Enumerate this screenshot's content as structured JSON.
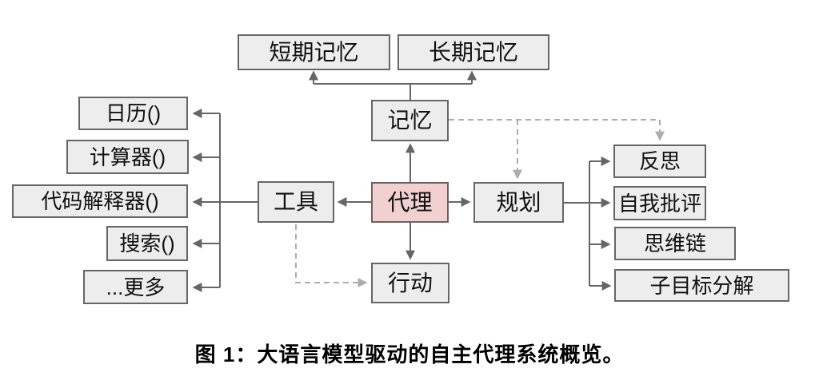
{
  "nodes": {
    "short_term_memory": "短期记忆",
    "long_term_memory": "长期记忆",
    "memory": "记忆",
    "agent": "代理",
    "tools": "工具",
    "planning": "规划",
    "action": "行动"
  },
  "tool_items": [
    {
      "label": "日历()"
    },
    {
      "label": "计算器()"
    },
    {
      "label": "代码解释器()"
    },
    {
      "label": "搜索()"
    },
    {
      "label": "...更多"
    }
  ],
  "planning_items": [
    {
      "label": "反思"
    },
    {
      "label": "自我批评"
    },
    {
      "label": "思维链"
    },
    {
      "label": "子目标分解"
    }
  ],
  "edges": [
    {
      "from": "代理",
      "to": "记忆",
      "style": "solid-arrow"
    },
    {
      "from": "记忆",
      "to": "短期记忆",
      "style": "solid-arrow"
    },
    {
      "from": "记忆",
      "to": "长期记忆",
      "style": "solid-arrow"
    },
    {
      "from": "代理",
      "to": "工具",
      "style": "solid-arrow"
    },
    {
      "from": "工具",
      "to": "日历()",
      "style": "solid-arrow"
    },
    {
      "from": "工具",
      "to": "计算器()",
      "style": "solid-arrow"
    },
    {
      "from": "工具",
      "to": "代码解释器()",
      "style": "solid-arrow"
    },
    {
      "from": "工具",
      "to": "搜索()",
      "style": "solid-arrow"
    },
    {
      "from": "工具",
      "to": "...更多",
      "style": "solid-arrow"
    },
    {
      "from": "代理",
      "to": "规划",
      "style": "solid-arrow"
    },
    {
      "from": "规划",
      "to": "反思",
      "style": "solid-arrow"
    },
    {
      "from": "规划",
      "to": "自我批评",
      "style": "solid-arrow"
    },
    {
      "from": "规划",
      "to": "思维链",
      "style": "solid-arrow"
    },
    {
      "from": "规划",
      "to": "子目标分解",
      "style": "solid-arrow"
    },
    {
      "from": "代理",
      "to": "行动",
      "style": "solid-arrow"
    },
    {
      "from": "工具",
      "to": "行动",
      "style": "dashed-arrow"
    },
    {
      "from": "记忆",
      "to": "规划",
      "style": "dashed-arrow"
    },
    {
      "from": "记忆",
      "to": "反思",
      "style": "dashed-arrow"
    }
  ],
  "caption": "图 1：大语言模型驱动的自主代理系统概览。",
  "colors": {
    "box_fill": "#ededed",
    "box_border": "#666666",
    "agent_fill": "#f2d0d0",
    "agent_border": "#6e6060",
    "connector": "#666666",
    "dashed": "#adadad",
    "caption_color": "#000000"
  }
}
